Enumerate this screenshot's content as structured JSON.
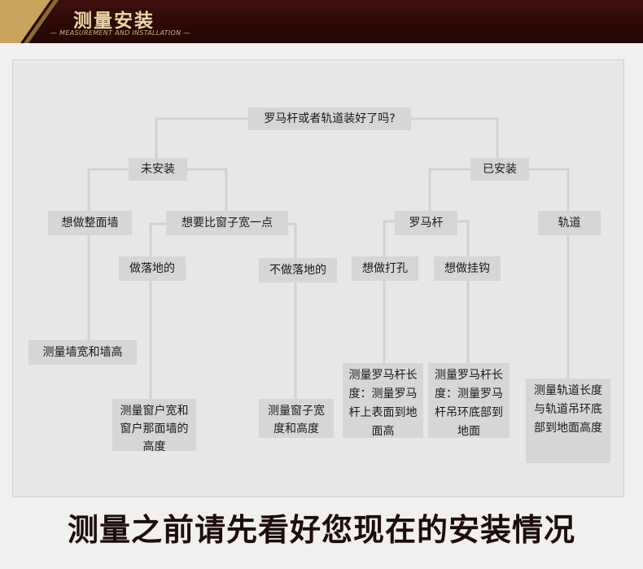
{
  "header": {
    "title": "测量安装",
    "subtitle": "MEASUREMENT AND INSTALLATION"
  },
  "diagram": {
    "root": "罗马杆或者轨道装好了吗?",
    "not_installed": "未安装",
    "installed": "已安装",
    "whole_wall": "想做整面墙",
    "wider_than_window": "想要比窗子宽一点",
    "roman_rod": "罗马杆",
    "track": "轨道",
    "floor_length": "做落地的",
    "not_floor_length": "不做落地的",
    "drill_holes": "想做打孔",
    "hang_hooks": "想做挂钩",
    "measure_wall": "测量墙宽和墙高",
    "measure_window_floor": "测量窗户宽和窗户那面墙的高度",
    "measure_window": "测量窗子宽度和高度",
    "measure_rod_drill": "测量罗马杆长度：测量罗马杆上表面到地面高",
    "measure_rod_hook": "测量罗马杆长度：测量罗马杆吊环底部到地面",
    "measure_track": "测量轨道长度与轨道吊环底部到地面高度"
  },
  "footer": {
    "text": "测量之前请先看好您现在的安装情况"
  },
  "colors": {
    "header_bg": "#2c0906",
    "accent_gold": "#c9a45c",
    "node_bg": "#d6d6d6",
    "line": "#d2d2d2",
    "panel_bg": "#e8e8e8"
  }
}
